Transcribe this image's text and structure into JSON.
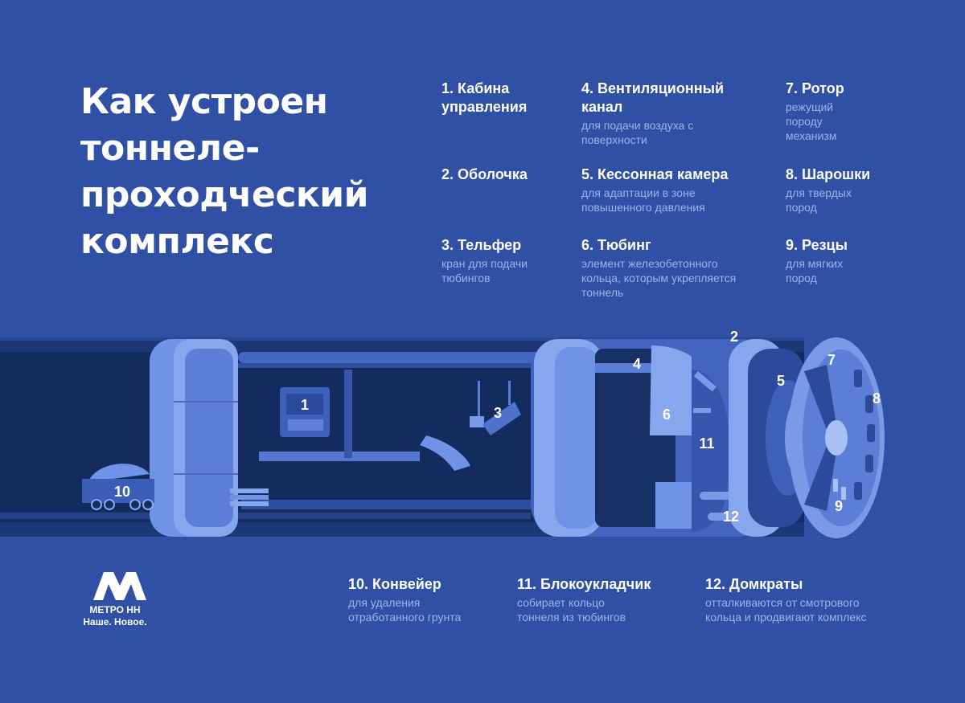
{
  "title_lines": [
    "Как устроен",
    "тоннеле-",
    "проходческий",
    "комплекс"
  ],
  "parts": [
    {
      "num": "1",
      "title": "1. Кабина управления",
      "desc": ""
    },
    {
      "num": "2",
      "title": "2. Оболочка",
      "desc": ""
    },
    {
      "num": "3",
      "title": "3. Тельфер",
      "desc": "кран для подачи тюбингов"
    },
    {
      "num": "4",
      "title": "4. Вентиляционный канал",
      "desc": "для подачи воздуха с поверхности"
    },
    {
      "num": "5",
      "title": "5. Кессонная камера",
      "desc": "для адаптации в зоне повышенного давления"
    },
    {
      "num": "6",
      "title": "6. Тюбинг",
      "desc": "элемент железобетонного кольца, которым укрепляется тоннель"
    },
    {
      "num": "7",
      "title": "7. Ротор",
      "desc": "режущий породу механизм"
    },
    {
      "num": "8",
      "title": "8. Шарошки",
      "desc": "для твердых пород"
    },
    {
      "num": "9",
      "title": "9. Резцы",
      "desc": "для мягких пород"
    },
    {
      "num": "10",
      "title": "10. Конвейер",
      "desc": "для удаления отработанного грунта"
    },
    {
      "num": "11",
      "title": "11. Блокоукладчик",
      "desc": "собирает кольцо тоннеля из тюбингов"
    },
    {
      "num": "12",
      "title": "12. Домкраты",
      "desc": "отталкиваются от смотрового кольца и продвигают комплекс"
    }
  ],
  "diagram_labels": [
    "1",
    "2",
    "3",
    "4",
    "5",
    "6",
    "7",
    "8",
    "9",
    "10",
    "11",
    "12"
  ],
  "logo": {
    "icon": "metro-m-logo",
    "name": "МЕТРО НН",
    "slogan": "Наше. Новое."
  },
  "colors": {
    "background": "#2f50a5",
    "tunnel_dark": "#142b5f",
    "shield_light": "#6f93e6",
    "description_text": "#9db3ee"
  }
}
